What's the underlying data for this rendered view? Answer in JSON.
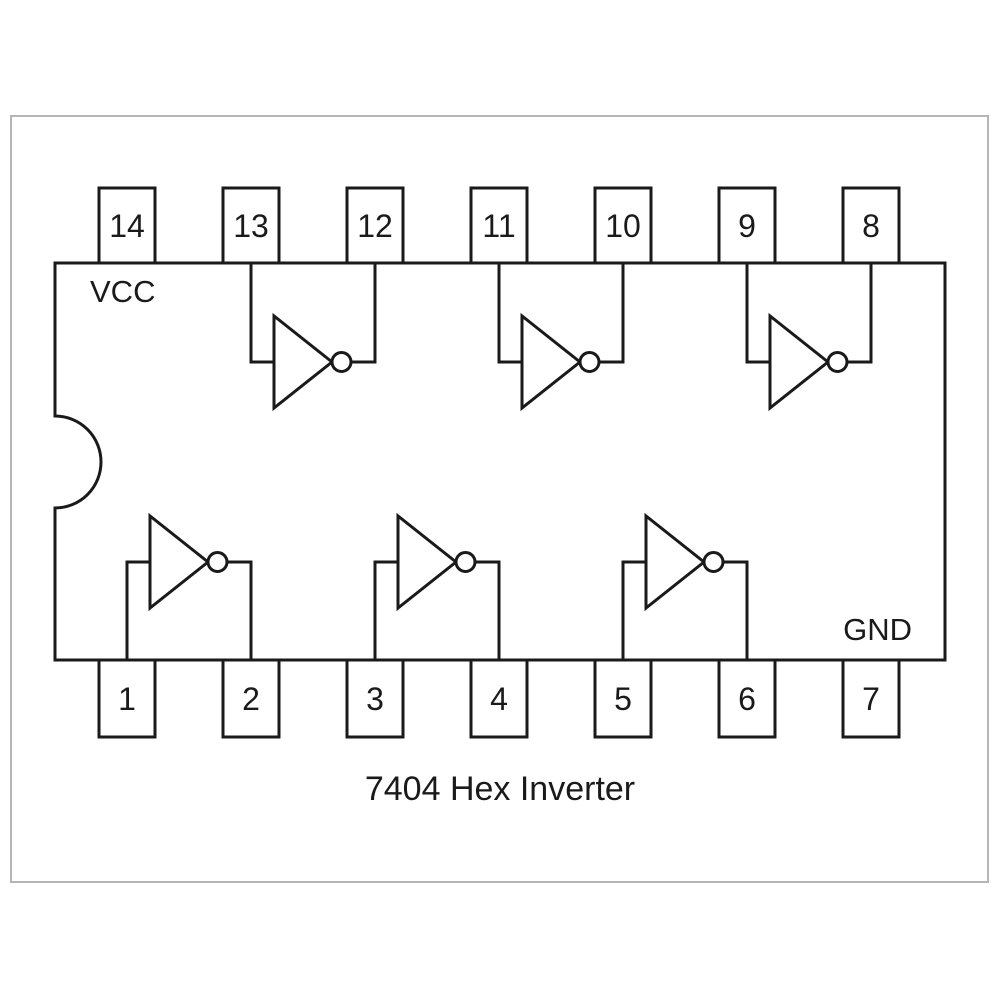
{
  "title": "7404 Hex Inverter",
  "labels": {
    "vcc": "VCC",
    "gnd": "GND"
  },
  "pins": {
    "top": [
      "14",
      "13",
      "12",
      "11",
      "10",
      "9",
      "8"
    ],
    "bottom": [
      "1",
      "2",
      "3",
      "4",
      "5",
      "6",
      "7"
    ]
  },
  "gates": [
    {
      "position": "top-left",
      "type": "inverter",
      "input_pin": "13",
      "output_pin": "12"
    },
    {
      "position": "top-middle",
      "type": "inverter",
      "input_pin": "11",
      "output_pin": "10"
    },
    {
      "position": "top-right",
      "type": "inverter",
      "input_pin": "9",
      "output_pin": "8"
    },
    {
      "position": "bottom-left",
      "type": "inverter",
      "input_pin": "1",
      "output_pin": "2"
    },
    {
      "position": "bottom-middle",
      "type": "inverter",
      "input_pin": "3",
      "output_pin": "4"
    },
    {
      "position": "bottom-right",
      "type": "inverter",
      "input_pin": "5",
      "output_pin": "6"
    }
  ],
  "colors": {
    "line": "#1a1a1a",
    "background": "#ffffff",
    "frame_border": "#b5b5b5"
  }
}
